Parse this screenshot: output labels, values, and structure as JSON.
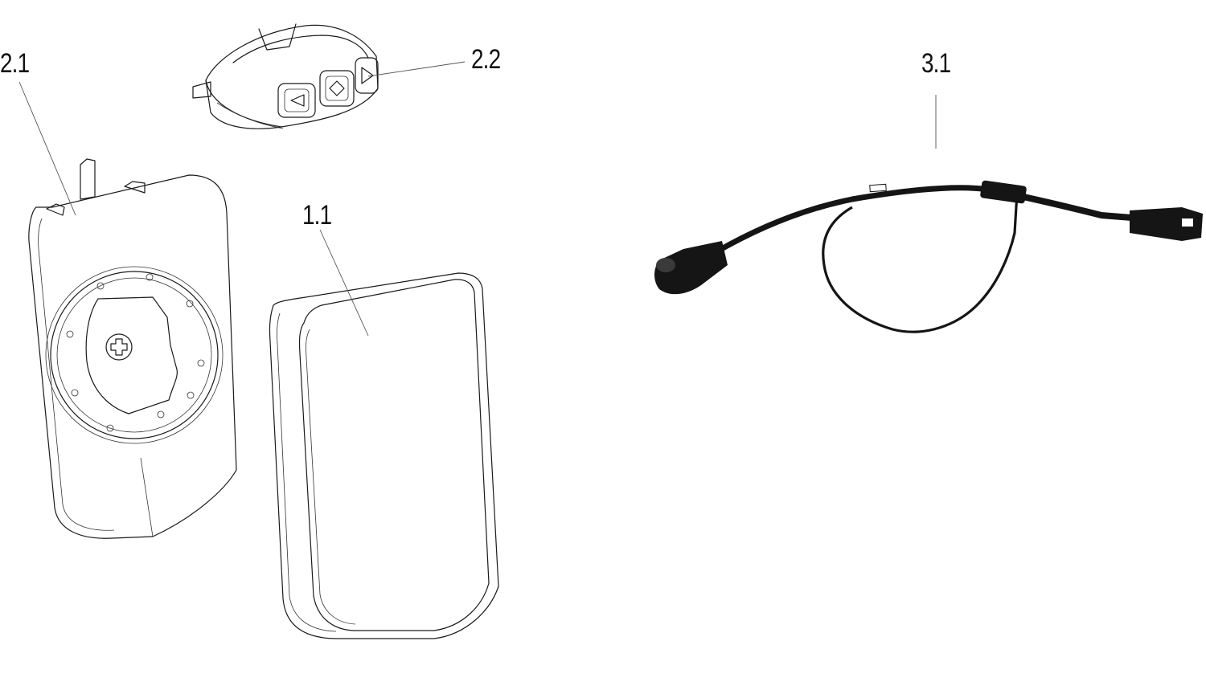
{
  "callouts": {
    "mount_plate": "2.1",
    "button_ring": "2.2",
    "battery_pack": "1.1",
    "cable": "3.1"
  },
  "icons": {
    "left_button": "arrow-left-icon",
    "center_button": "diamond-icon",
    "right_button": "arrow-right-icon"
  },
  "colors": {
    "line_art": "#1a1a1a",
    "cable": "#151515",
    "background": "#ffffff"
  }
}
